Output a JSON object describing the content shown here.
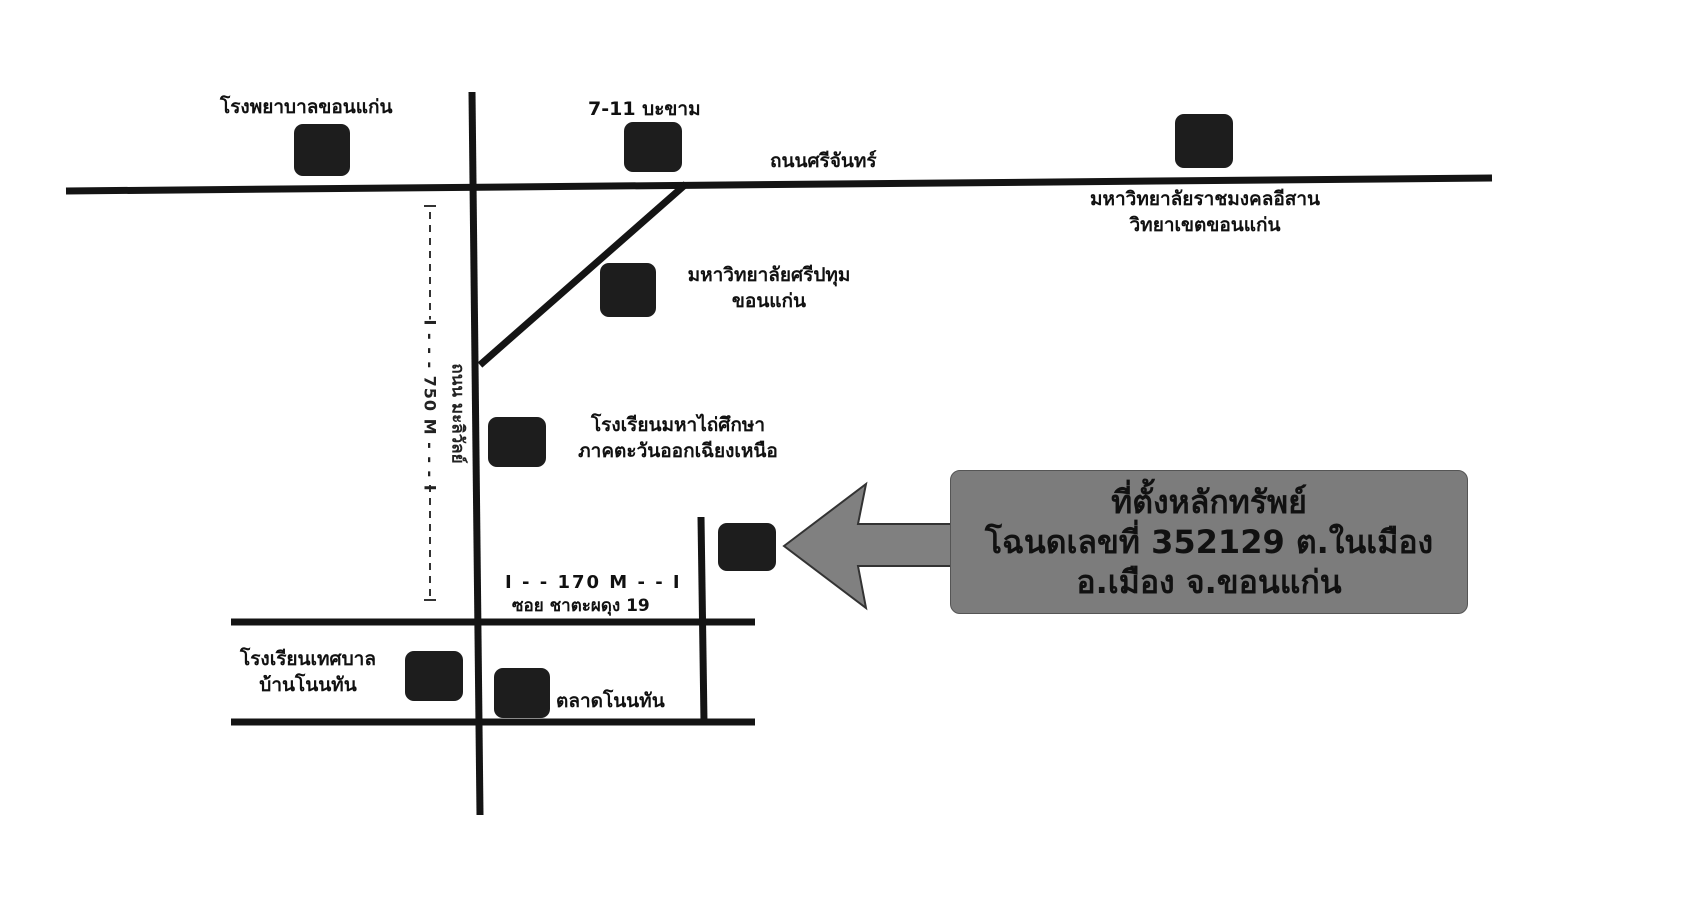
{
  "roads": {
    "main_road": "ถนนศรีจันทร์",
    "side_road": "ถนน มะลิวัลย์",
    "soi": "ซอย ชาตะผดุง 19"
  },
  "distances": {
    "vertical": "I - - - 750 M - - - I",
    "horizontal": "I - - 170 M - - I"
  },
  "landmarks": {
    "hospital": "โรงพยาบาลขอนแก่น",
    "seven_eleven": "7-11 บะขาม",
    "rmuti": [
      "มหาวิทยาลัยราชมงคลอีสาน",
      "วิทยาเขตขอนแก่น"
    ],
    "sripatum": [
      "มหาวิทยาลัยศรีปทุม",
      "ขอนแก่น"
    ],
    "school_ne": [
      "โรงเรียนมหาไถ่ศึกษา",
      "ภาคตะวันออกเฉียงเหนือ"
    ],
    "municipal_school": [
      "โรงเรียนเทศบาล",
      "บ้านโนนทัน"
    ],
    "market": "ตลาดโนนทัน"
  },
  "callout": {
    "line1": "ที่ตั้งหลักทรัพย์",
    "line2": "โฉนดเลขที่ 352129 ต.ในเมือง",
    "line3": "อ.เมือง จ.ขอนแก่น"
  },
  "colors": {
    "road": "#141414",
    "building": "#1d1d1d",
    "callout_bg": "#7c7c7c",
    "arrow": "#808080"
  }
}
